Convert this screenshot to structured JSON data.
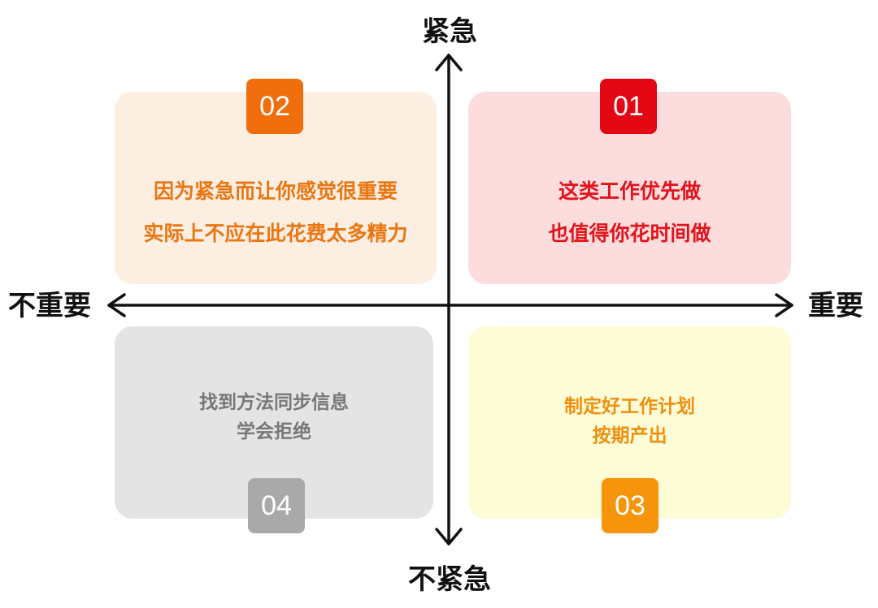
{
  "axes": {
    "top": "紧急",
    "bottom": "不紧急",
    "left": "不重要",
    "right": "重要"
  },
  "quadrants": {
    "q1": {
      "badge": "01",
      "line1": "这类工作优先做",
      "line2": "也值得你花时间做",
      "color": "#e30613",
      "bg": "#fcdcdc"
    },
    "q2": {
      "badge": "02",
      "line1": "因为紧急而让你感觉很重要",
      "line2": "实际上不应在此花费太多精力",
      "color": "#f06f0c",
      "bg": "#fdeee2"
    },
    "q3": {
      "badge": "03",
      "line1": "制定好工作计划",
      "line2": "按期产出",
      "color": "#f6950b",
      "bg": "#fdfcd7"
    },
    "q4": {
      "badge": "04",
      "line1": "找到方法同步信息",
      "line2": "学会拒绝",
      "color": "#a9a9a9",
      "bg": "#e4e4e4"
    }
  }
}
